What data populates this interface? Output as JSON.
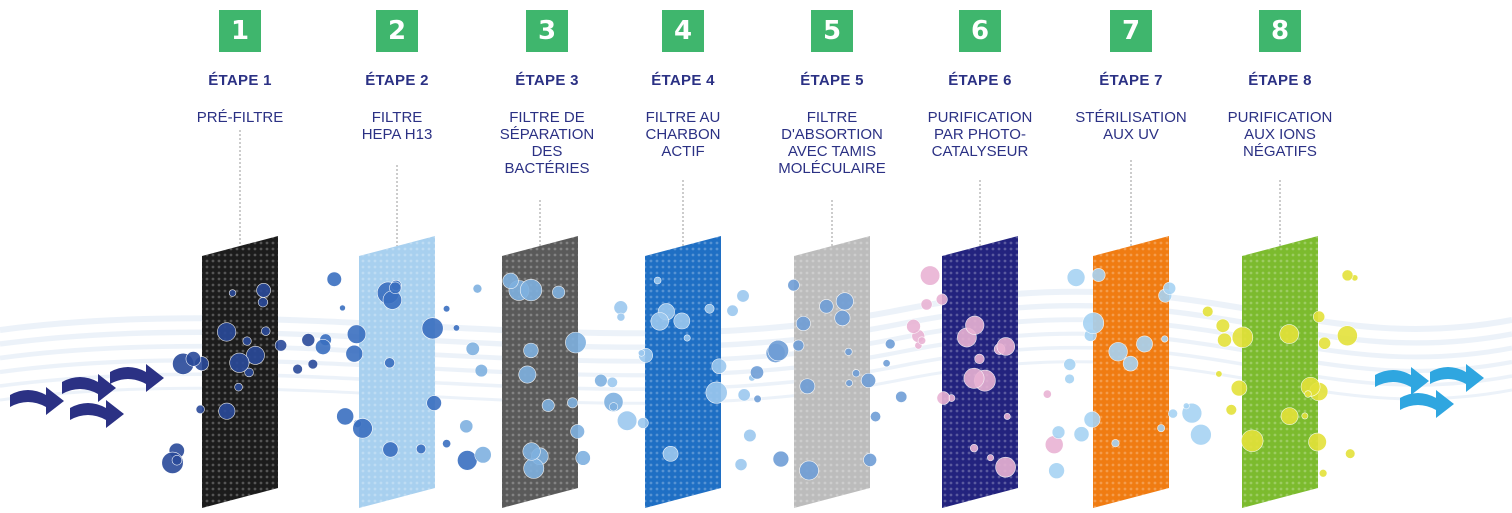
{
  "steps": [
    {
      "num": "1",
      "title": "ÉTAPE 1",
      "desc": "PRÉ-FILTRE",
      "panel_color": "#1c1c1c",
      "particle_color": "#2a4a9a"
    },
    {
      "num": "2",
      "title": "ÉTAPE 2",
      "desc": "FILTRE\nHEPA H13",
      "panel_color": "#a8d0ef",
      "particle_color": "#3a6fc0"
    },
    {
      "num": "3",
      "title": "ÉTAPE 3",
      "desc": "FILTRE DE\nSÉPARATION\nDES\nBACTÉRIES",
      "panel_color": "#5a5a5a",
      "particle_color": "#7fb1e0"
    },
    {
      "num": "4",
      "title": "ÉTAPE 4",
      "desc": "FILTRE AU\nCHARBON\nACTIF",
      "panel_color": "#1f6fc4",
      "particle_color": "#9cc8ef"
    },
    {
      "num": "5",
      "title": "ÉTAPE 5",
      "desc": "FILTRE\nD'ABSORTION\nAVEC TAMIS\nMOLÉCULAIRE",
      "panel_color": "#bcbcbc",
      "particle_color": "#6f9ed6"
    },
    {
      "num": "6",
      "title": "ÉTAPE 6",
      "desc": "PURIFICATION\nPAR PHOTO-\nCATALYSEUR",
      "panel_color": "#23237e",
      "particle_color": "#e9b3d4"
    },
    {
      "num": "7",
      "title": "ÉTAPE 7",
      "desc": "STÉRILISATION\nAUX UV",
      "panel_color": "#f07c12",
      "particle_color": "#a7d3f3"
    },
    {
      "num": "8",
      "title": "ÉTAPE 8",
      "desc": "PURIFICATION\nAUX IONS\nNÉGATIFS",
      "panel_color": "#7cbb2e",
      "particle_color": "#e4e23a"
    }
  ],
  "colors": {
    "badge": "#3fb66d",
    "text": "#2b3184",
    "arrow_in": "#2b3184",
    "arrow_out": "#2fa6e0",
    "airflow": "#c9d9ee"
  }
}
